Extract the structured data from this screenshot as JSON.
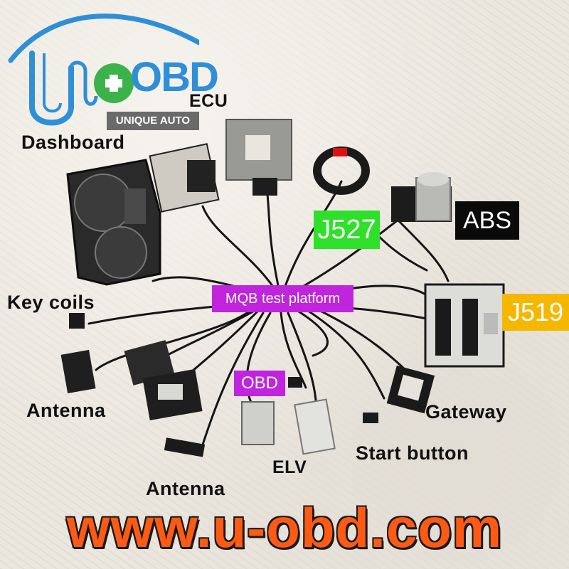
{
  "logo": {
    "brand": "OBD",
    "tagline": "UNIQUE AUTO"
  },
  "labels": {
    "ecu": "ECU",
    "dashboard": "Dashboard",
    "key_coils": "Key coils",
    "antenna_left": "Antenna",
    "antenna_bottom": "Antenna",
    "elv": "ELV",
    "start_button": "Start button",
    "gateway": "Gateway"
  },
  "boxed_labels": {
    "j527": "J527",
    "abs": "ABS",
    "j519": "J519",
    "mqb": "MQB test platform",
    "obd": "OBD"
  },
  "website": "www.u-obd.com",
  "colors": {
    "j527": "#2ee02a",
    "abs": "#0a0a0a",
    "j519": "#f5b700",
    "mqb": "#c024dc",
    "website": "#ff5a14",
    "logo": "#2f8fd6"
  }
}
